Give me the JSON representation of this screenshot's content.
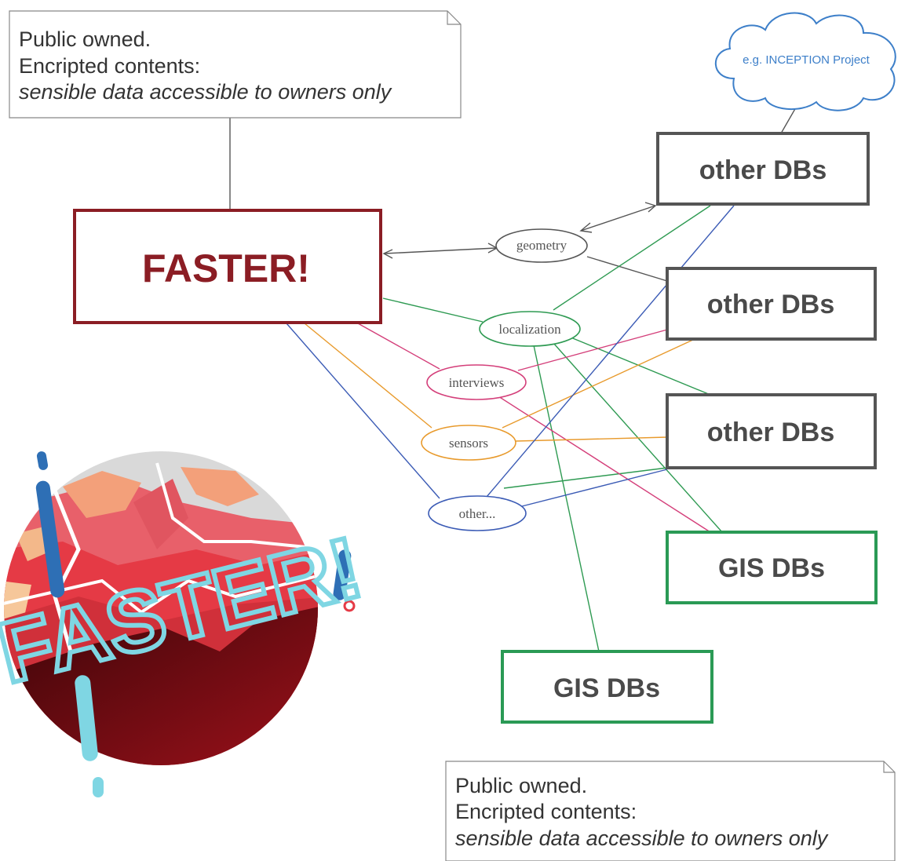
{
  "notes": {
    "top": {
      "line1": "Public owned.",
      "line2": "Encripted contents:",
      "line3": "sensible data accessible to owners only"
    },
    "bottom": {
      "line1": "Public owned.",
      "line2": "Encripted contents:",
      "line3": "sensible data accessible to owners only"
    }
  },
  "cloud": {
    "label": "e.g. INCEPTION Project",
    "color": "#3d7fc9"
  },
  "main_box": {
    "label": "FASTER!",
    "color": "#8b1d24"
  },
  "databases": [
    {
      "label": "other DBs",
      "kind": "other"
    },
    {
      "label": "other DBs",
      "kind": "other"
    },
    {
      "label": "other DBs",
      "kind": "other"
    },
    {
      "label": "GIS DBs",
      "kind": "gis"
    },
    {
      "label": "GIS DBs",
      "kind": "gis"
    }
  ],
  "data_types": [
    {
      "label": "geometry",
      "color": "#555555"
    },
    {
      "label": "localization",
      "color": "#2e9a52"
    },
    {
      "label": "interviews",
      "color": "#d43f7a"
    },
    {
      "label": "sensors",
      "color": "#e89a2c"
    },
    {
      "label": "other...",
      "color": "#3b5bb5"
    }
  ],
  "colors": {
    "gis_border": "#2a9a55",
    "other_border": "#555555",
    "logo_text": "#7fd6e3",
    "logo_dark": "#5a0c12"
  },
  "logo": {
    "text": "FASTER!",
    "icon": "faster-logo"
  }
}
